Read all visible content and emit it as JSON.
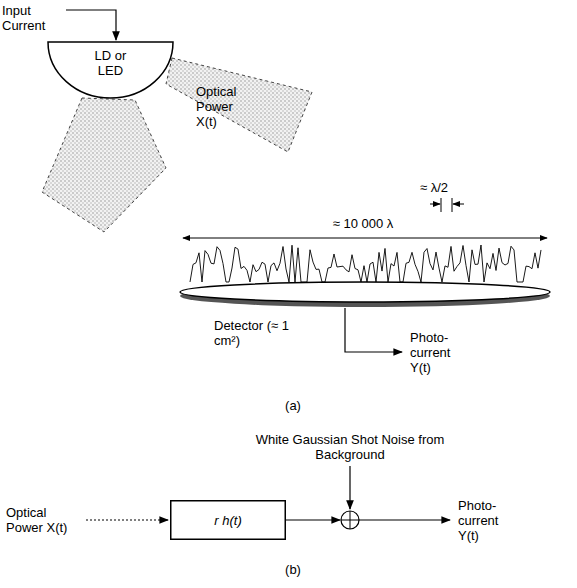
{
  "diagram": {
    "nodes": [
      {
        "text": [
          "LD or LED"
        ]
      },
      {
        "text": [
          "r h(t)"
        ]
      }
    ],
    "labels": [
      "Input Current",
      "Optical Power X(t)",
      "≈ λ/2",
      "≈ 10 000 λ",
      "Detector (≈ 1 cm²)",
      "Photo- current Y(t)",
      "(a)",
      "White Gaussian Shot Noise from Background",
      "Optical Power X(t)",
      "Photo- current Y(t)",
      "(b)"
    ]
  }
}
